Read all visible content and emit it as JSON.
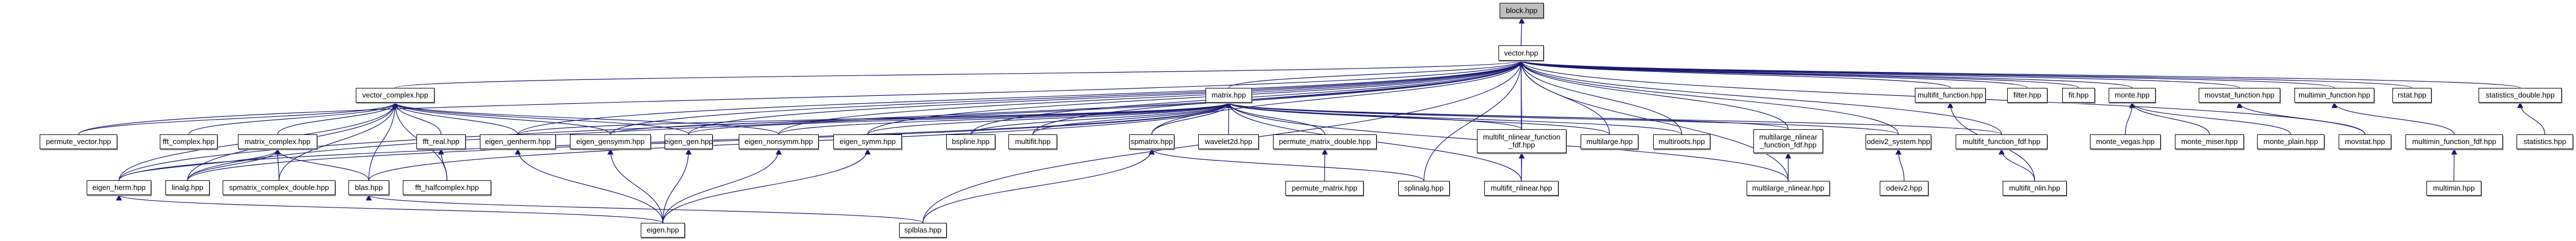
{
  "diagram": {
    "type": "include-dependency-graph",
    "edge_color": "#191970",
    "root_fill": "#bfbfbf",
    "node_fill": "#ffffff",
    "nodes": [
      {
        "id": "block",
        "label": "block.hpp",
        "root": true
      },
      {
        "id": "vector",
        "label": "vector.hpp"
      },
      {
        "id": "vector_complex",
        "label": "vector_complex.hpp"
      },
      {
        "id": "matrix",
        "label": "matrix.hpp"
      },
      {
        "id": "multifit_function",
        "label": "multifit_function.hpp"
      },
      {
        "id": "filter",
        "label": "filter.hpp"
      },
      {
        "id": "fit",
        "label": "fit.hpp"
      },
      {
        "id": "monte",
        "label": "monte.hpp"
      },
      {
        "id": "movstat_function",
        "label": "movstat_function.hpp"
      },
      {
        "id": "multimin_function",
        "label": "multimin_function.hpp"
      },
      {
        "id": "rstat",
        "label": "rstat.hpp"
      },
      {
        "id": "statistics_double",
        "label": "statistics_double.hpp"
      },
      {
        "id": "permute_vector",
        "label": "permute_vector.hpp"
      },
      {
        "id": "fft_complex",
        "label": "fft_complex.hpp"
      },
      {
        "id": "matrix_complex",
        "label": "matrix_complex.hpp"
      },
      {
        "id": "fft_real",
        "label": "fft_real.hpp"
      },
      {
        "id": "eigen_genherm",
        "label": "eigen_genherm.hpp"
      },
      {
        "id": "eigen_gensymm",
        "label": "eigen_gensymm.hpp"
      },
      {
        "id": "eigen_gen",
        "label": "eigen_gen.hpp"
      },
      {
        "id": "eigen_nonsymm",
        "label": "eigen_nonsymm.hpp"
      },
      {
        "id": "eigen_symm",
        "label": "eigen_symm.hpp"
      },
      {
        "id": "bspline",
        "label": "bspline.hpp"
      },
      {
        "id": "multifit",
        "label": "multifit.hpp"
      },
      {
        "id": "spmatrix",
        "label": "spmatrix.hpp"
      },
      {
        "id": "wavelet2d",
        "label": "wavelet2d.hpp"
      },
      {
        "id": "permute_matrix_double",
        "label": "permute_matrix_double.hpp"
      },
      {
        "id": "multifit_nlinear_function_fdf",
        "label": "multifit_nlinear_function\n_fdf.hpp"
      },
      {
        "id": "multilarge",
        "label": "multilarge.hpp"
      },
      {
        "id": "multiroots",
        "label": "multiroots.hpp"
      },
      {
        "id": "multilarge_nlinear_function_fdf",
        "label": "multilarge_nlinear\n_function_fdf.hpp"
      },
      {
        "id": "odeiv2_system",
        "label": "odeiv2_system.hpp"
      },
      {
        "id": "multifit_function_fdf",
        "label": "multifit_function_fdf.hpp"
      },
      {
        "id": "monte_vegas",
        "label": "monte_vegas.hpp"
      },
      {
        "id": "monte_miser",
        "label": "monte_miser.hpp"
      },
      {
        "id": "monte_plain",
        "label": "monte_plain.hpp"
      },
      {
        "id": "movstat",
        "label": "movstat.hpp"
      },
      {
        "id": "multimin_function_fdf",
        "label": "multimin_function_fdf.hpp"
      },
      {
        "id": "statistics",
        "label": "statistics.hpp"
      },
      {
        "id": "eigen_herm",
        "label": "eigen_herm.hpp"
      },
      {
        "id": "linalg",
        "label": "linalg.hpp"
      },
      {
        "id": "spmatrix_complex_double",
        "label": "spmatrix_complex_double.hpp"
      },
      {
        "id": "blas",
        "label": "blas.hpp"
      },
      {
        "id": "fft_halfcomplex",
        "label": "fft_halfcomplex.hpp"
      },
      {
        "id": "permute_matrix",
        "label": "permute_matrix.hpp"
      },
      {
        "id": "splinalg",
        "label": "splinalg.hpp"
      },
      {
        "id": "multifit_nlinear",
        "label": "multifit_nlinear.hpp"
      },
      {
        "id": "multilarge_nlinear",
        "label": "multilarge_nlinear.hpp"
      },
      {
        "id": "odeiv2",
        "label": "odeiv2.hpp"
      },
      {
        "id": "multifit_nlin",
        "label": "multifit_nlin.hpp"
      },
      {
        "id": "multimin",
        "label": "multimin.hpp"
      },
      {
        "id": "eigen",
        "label": "eigen.hpp"
      },
      {
        "id": "splblas",
        "label": "splblas.hpp"
      }
    ],
    "edges": [
      [
        "vector",
        "block"
      ],
      [
        "vector_complex",
        "vector"
      ],
      [
        "matrix",
        "vector"
      ],
      [
        "multifit_function",
        "vector"
      ],
      [
        "filter",
        "vector"
      ],
      [
        "fit",
        "vector"
      ],
      [
        "monte",
        "vector"
      ],
      [
        "movstat_function",
        "vector"
      ],
      [
        "multimin_function",
        "vector"
      ],
      [
        "rstat",
        "vector"
      ],
      [
        "statistics_double",
        "vector"
      ],
      [
        "permute_vector",
        "vector"
      ],
      [
        "eigen_herm",
        "vector"
      ],
      [
        "linalg",
        "vector"
      ],
      [
        "eigen_genherm",
        "vector"
      ],
      [
        "eigen_gensymm",
        "vector"
      ],
      [
        "eigen_gen",
        "vector"
      ],
      [
        "eigen_nonsymm",
        "vector"
      ],
      [
        "eigen_symm",
        "vector"
      ],
      [
        "bspline",
        "vector"
      ],
      [
        "multifit",
        "vector"
      ],
      [
        "spmatrix",
        "vector"
      ],
      [
        "multifit_nlinear_function_fdf",
        "vector"
      ],
      [
        "multilarge",
        "vector"
      ],
      [
        "multiroots",
        "vector"
      ],
      [
        "multilarge_nlinear_function_fdf",
        "vector"
      ],
      [
        "odeiv2_system",
        "vector"
      ],
      [
        "multifit_function_fdf",
        "vector"
      ],
      [
        "splinalg",
        "vector"
      ],
      [
        "splblas",
        "vector"
      ],
      [
        "movstat",
        "vector"
      ],
      [
        "multifit_nlinear",
        "vector"
      ],
      [
        "multilarge_nlinear",
        "vector"
      ],
      [
        "permute_vector",
        "vector_complex"
      ],
      [
        "fft_complex",
        "vector_complex"
      ],
      [
        "matrix_complex",
        "vector_complex"
      ],
      [
        "fft_real",
        "vector_complex"
      ],
      [
        "eigen_genherm",
        "vector_complex"
      ],
      [
        "eigen_gensymm",
        "vector_complex"
      ],
      [
        "eigen_gen",
        "vector_complex"
      ],
      [
        "eigen_nonsymm",
        "vector_complex"
      ],
      [
        "eigen_herm",
        "vector_complex"
      ],
      [
        "linalg",
        "vector_complex"
      ],
      [
        "spmatrix_complex_double",
        "vector_complex"
      ],
      [
        "blas",
        "vector_complex"
      ],
      [
        "fft_halfcomplex",
        "vector_complex"
      ],
      [
        "eigen_herm",
        "matrix_complex"
      ],
      [
        "linalg",
        "matrix_complex"
      ],
      [
        "spmatrix_complex_double",
        "matrix_complex"
      ],
      [
        "blas",
        "matrix_complex"
      ],
      [
        "fft_halfcomplex",
        "fft_real"
      ],
      [
        "eigen_herm",
        "matrix"
      ],
      [
        "linalg",
        "matrix"
      ],
      [
        "blas",
        "matrix"
      ],
      [
        "eigen_genherm",
        "matrix"
      ],
      [
        "eigen_gensymm",
        "matrix"
      ],
      [
        "eigen_gen",
        "matrix"
      ],
      [
        "eigen_nonsymm",
        "matrix"
      ],
      [
        "eigen_symm",
        "matrix"
      ],
      [
        "bspline",
        "matrix"
      ],
      [
        "multifit",
        "matrix"
      ],
      [
        "spmatrix",
        "matrix"
      ],
      [
        "wavelet2d",
        "matrix"
      ],
      [
        "permute_matrix_double",
        "matrix"
      ],
      [
        "multifit_nlinear_function_fdf",
        "matrix"
      ],
      [
        "multilarge",
        "matrix"
      ],
      [
        "multiroots",
        "matrix"
      ],
      [
        "multilarge_nlinear_function_fdf",
        "matrix"
      ],
      [
        "odeiv2_system",
        "matrix"
      ],
      [
        "multifit_function_fdf",
        "matrix"
      ],
      [
        "multifit_nlinear",
        "matrix"
      ],
      [
        "multilarge_nlinear",
        "matrix"
      ],
      [
        "eigen",
        "eigen_genherm"
      ],
      [
        "eigen",
        "eigen_gensymm"
      ],
      [
        "eigen",
        "eigen_gen"
      ],
      [
        "eigen",
        "eigen_nonsymm"
      ],
      [
        "eigen",
        "eigen_symm"
      ],
      [
        "eigen",
        "eigen_herm"
      ],
      [
        "splblas",
        "blas"
      ],
      [
        "splinalg",
        "spmatrix"
      ],
      [
        "splblas",
        "spmatrix"
      ],
      [
        "permute_matrix",
        "permute_matrix_double"
      ],
      [
        "multifit_nlinear",
        "multifit_nlinear_function_fdf"
      ],
      [
        "multilarge_nlinear",
        "multilarge_nlinear_function_fdf"
      ],
      [
        "odeiv2",
        "odeiv2_system"
      ],
      [
        "multifit_nlin",
        "multifit_function_fdf"
      ],
      [
        "multifit_nlin",
        "multifit_function"
      ],
      [
        "monte_vegas",
        "monte"
      ],
      [
        "monte_miser",
        "monte"
      ],
      [
        "monte_plain",
        "monte"
      ],
      [
        "movstat",
        "movstat_function"
      ],
      [
        "multimin_function_fdf",
        "multimin_function"
      ],
      [
        "multimin",
        "multimin_function_fdf"
      ],
      [
        "statistics",
        "statistics_double"
      ]
    ]
  }
}
